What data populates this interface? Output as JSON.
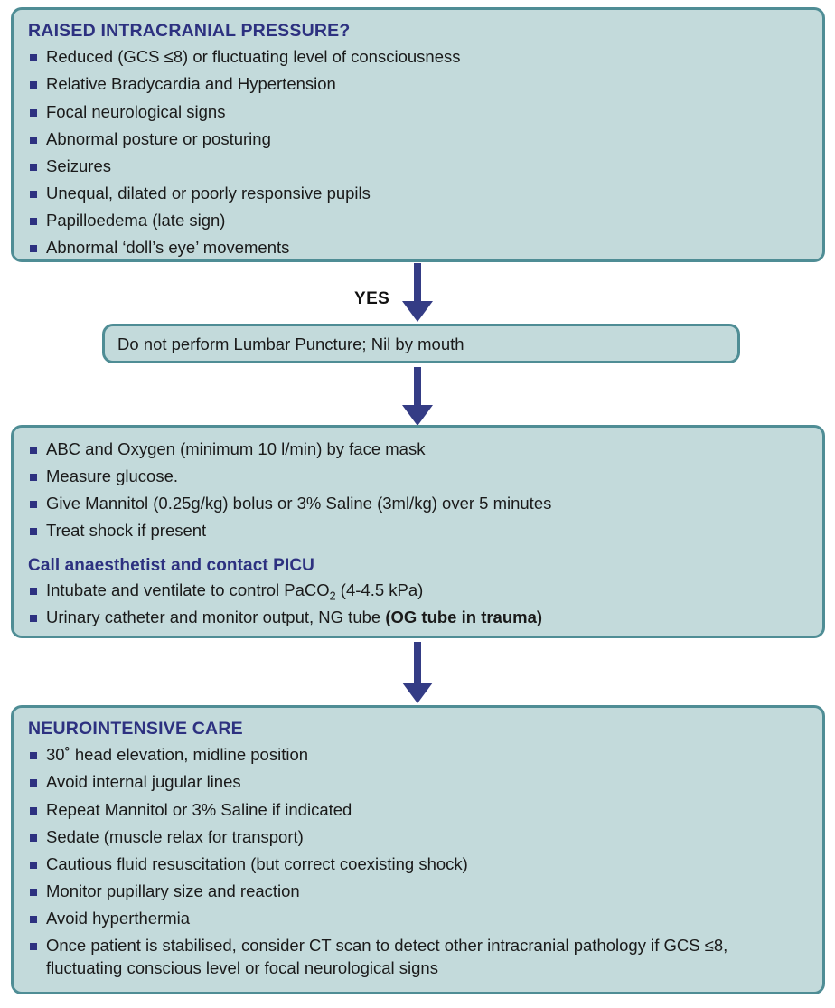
{
  "diagram": {
    "title": "Raised Intracranial Pressure management flowchart",
    "colors": {
      "box_fill": "#c3dadb",
      "box_border": "#4f8d95",
      "heading_text": "#2d3180",
      "bullet_square": "#2d3180",
      "arrow": "#343c85",
      "body_text": "#1a1a1a",
      "page_background": "#ffffff"
    }
  },
  "node1": {
    "heading": "RAISED INTRACRANIAL PRESSURE?",
    "items": [
      "Reduced (GCS ≤8) or fluctuating level of consciousness",
      "Relative Bradycardia and Hypertension",
      "Focal neurological signs",
      "Abnormal posture or posturing",
      "Seizures",
      "Unequal, dilated or poorly responsive pupils",
      "Papilloedema (late sign)",
      "Abnormal ‘doll’s eye’ movements"
    ]
  },
  "connector1": {
    "label": "YES"
  },
  "node2": {
    "text": "Do not perform Lumbar Puncture; Nil by mouth"
  },
  "node3": {
    "items": [
      "ABC and Oxygen (minimum 10 l/min) by face mask",
      "Measure glucose.",
      "Give Mannitol (0.25g/kg) bolus or 3% Saline (3ml/kg) over 5 minutes",
      "Treat shock if present"
    ],
    "subheading": "Call anaesthetist and contact PICU",
    "items2_part1": "Intubate and ventilate to control PaCO",
    "items2_sub": "2",
    "items2_part2": " (4-4.5 kPa)",
    "items3_normal": "Urinary catheter and monitor output, NG tube ",
    "items3_bold": "(OG tube in trauma)"
  },
  "node4": {
    "heading": "NEUROINTENSIVE CARE",
    "items": [
      "30˚ head elevation, midline position",
      "Avoid internal jugular lines",
      "Repeat Mannitol or 3% Saline if indicated",
      "Sedate (muscle relax for transport)",
      "Cautious fluid resuscitation (but correct coexisting shock)",
      "Monitor pupillary size and reaction",
      "Avoid hyperthermia",
      "Once patient is stabilised, consider CT scan to detect other intracranial pathology if GCS ≤8, fluctuating conscious level or focal neurological signs"
    ]
  }
}
